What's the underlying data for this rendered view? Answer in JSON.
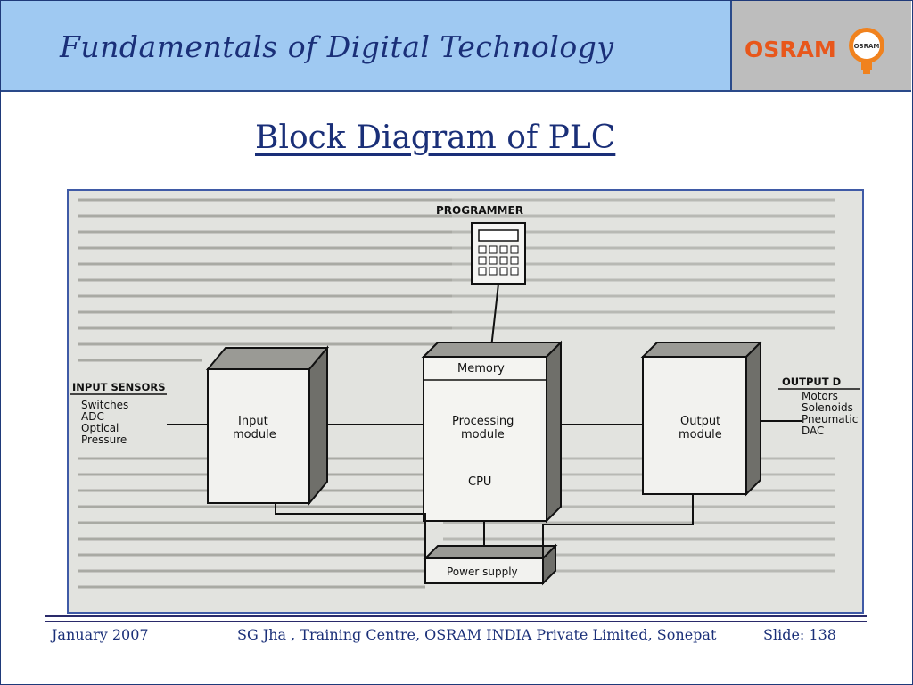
{
  "header": {
    "title": "Fundamentals of Digital Technology"
  },
  "logo": {
    "text": "OSRAM",
    "bulb_text": "OSRAM",
    "color": "#e8571b"
  },
  "slide": {
    "title": "Block Diagram of PLC"
  },
  "diagram": {
    "programmer": "PROGRAMMER",
    "input_sensors": {
      "heading": "INPUT SENSORS",
      "items": [
        "Switches",
        "ADC",
        "Optical",
        "Pressure"
      ]
    },
    "input_module": [
      "Input",
      "module"
    ],
    "cpu": {
      "memory": "Memory",
      "processing": [
        "Processing",
        "module"
      ],
      "label": "CPU"
    },
    "output_module": [
      "Output",
      "module"
    ],
    "output_devices": {
      "heading": "OUTPUT D",
      "items": [
        "Motors",
        "Solenoids",
        "Pneumatic",
        "DAC"
      ]
    },
    "power_supply": "Power supply"
  },
  "footer": {
    "date": "January 2007",
    "org": "SG Jha , Training Centre, OSRAM  INDIA Private Limited, Sonepat",
    "slide": "Slide: 138"
  }
}
